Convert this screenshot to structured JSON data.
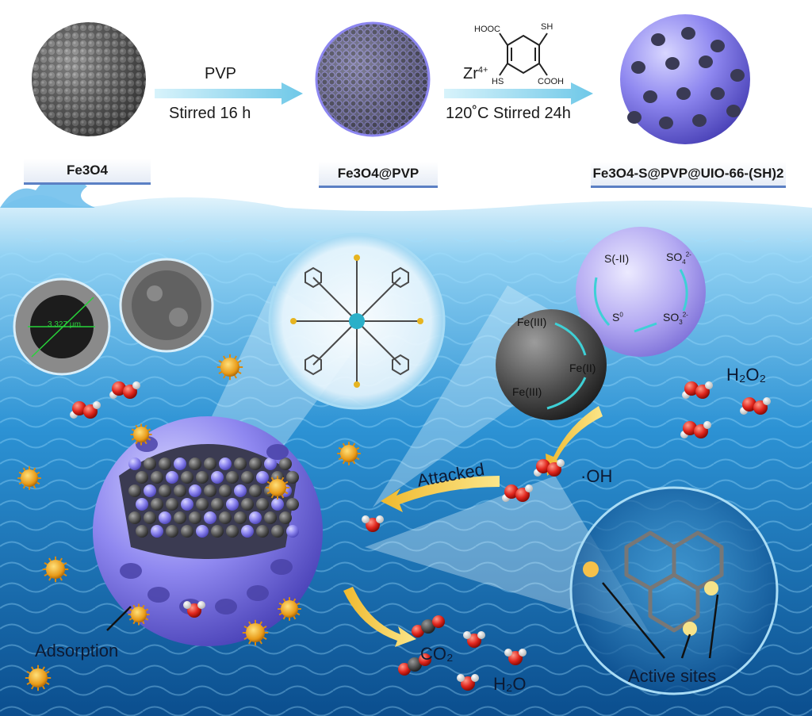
{
  "header": {
    "labels": {
      "fe3o4": "Fe3O4",
      "fe3o4_pvp": "Fe3O4@PVP",
      "final": "Fe3O4-S@PVP@UIO-66-(SH)2"
    },
    "step1": {
      "reagent": "PVP",
      "condition": "Stirred  16 h"
    },
    "step2": {
      "reagent": "Zr",
      "reagent_sup": "4+",
      "condition": "120˚C  Stirred 24h"
    },
    "linker": {
      "top_left": "HOOC",
      "top_right": "SH",
      "bottom_left": "HS",
      "bottom_right": "COOH"
    }
  },
  "mechanism": {
    "sulfur_cycle": {
      "s_minus2": "S(-II)",
      "so4": "SO",
      "so4_sub": "4",
      "so4_sup": "2-",
      "s0": "S",
      "s0_sup": "0",
      "so3": "SO",
      "so3_sub": "3",
      "so3_sup": "2-"
    },
    "iron_cycle": {
      "fe3_top": "Fe(III)",
      "fe2": "Fe(II)",
      "fe3_bottom": "Fe(III)"
    },
    "h2o2": "H₂O₂",
    "oh_radical": "·OH",
    "attacked": "Attacked",
    "adsorption": "Adsorption",
    "co2": "CO₂",
    "h2o": "H₂O",
    "active_sites": "Active sites",
    "sem_scale_1": "3.327 μm"
  },
  "colors": {
    "water_top": "#cde9f8",
    "water_mid": "#2f8fd0",
    "water_deep": "#0d4f8f",
    "mof_purple": "#8c86f0",
    "fe3o4_gray": "#5c5c5c",
    "arrow_cyan": "#7fd4ef",
    "arrow_yellow": "#f4c84a"
  }
}
